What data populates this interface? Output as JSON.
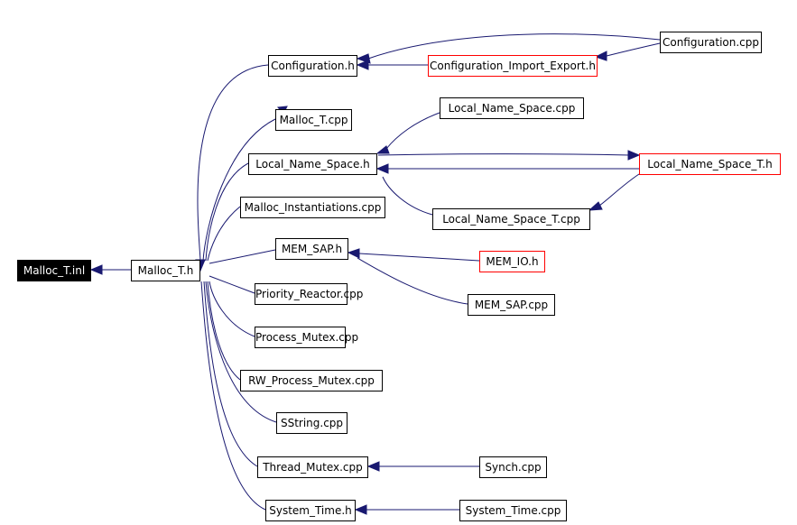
{
  "colors": {
    "edge": "#191970",
    "red_border": "#ff0000",
    "root_bg": "#000000",
    "root_text": "#ffffff"
  },
  "nodes": {
    "malloc_t_inl": "Malloc_T.inl",
    "malloc_t_h": "Malloc_T.h",
    "configuration_h": "Configuration.h",
    "configuration_import_export_h": "Configuration_Import_Export.h",
    "configuration_cpp": "Configuration.cpp",
    "malloc_t_cpp": "Malloc_T.cpp",
    "local_name_space_cpp": "Local_Name_Space.cpp",
    "local_name_space_h": "Local_Name_Space.h",
    "local_name_space_t_h": "Local_Name_Space_T.h",
    "malloc_instantiations_cpp": "Malloc_Instantiations.cpp",
    "local_name_space_t_cpp": "Local_Name_Space_T.cpp",
    "mem_sap_h": "MEM_SAP.h",
    "mem_io_h": "MEM_IO.h",
    "priority_reactor_cpp": "Priority_Reactor.cpp",
    "mem_sap_cpp": "MEM_SAP.cpp",
    "process_mutex_cpp": "Process_Mutex.cpp",
    "rw_process_mutex_cpp": "RW_Process_Mutex.cpp",
    "sstring_cpp": "SString.cpp",
    "thread_mutex_cpp": "Thread_Mutex.cpp",
    "synch_cpp": "Synch.cpp",
    "system_time_h": "System_Time.h",
    "system_time_cpp": "System_Time.cpp"
  }
}
